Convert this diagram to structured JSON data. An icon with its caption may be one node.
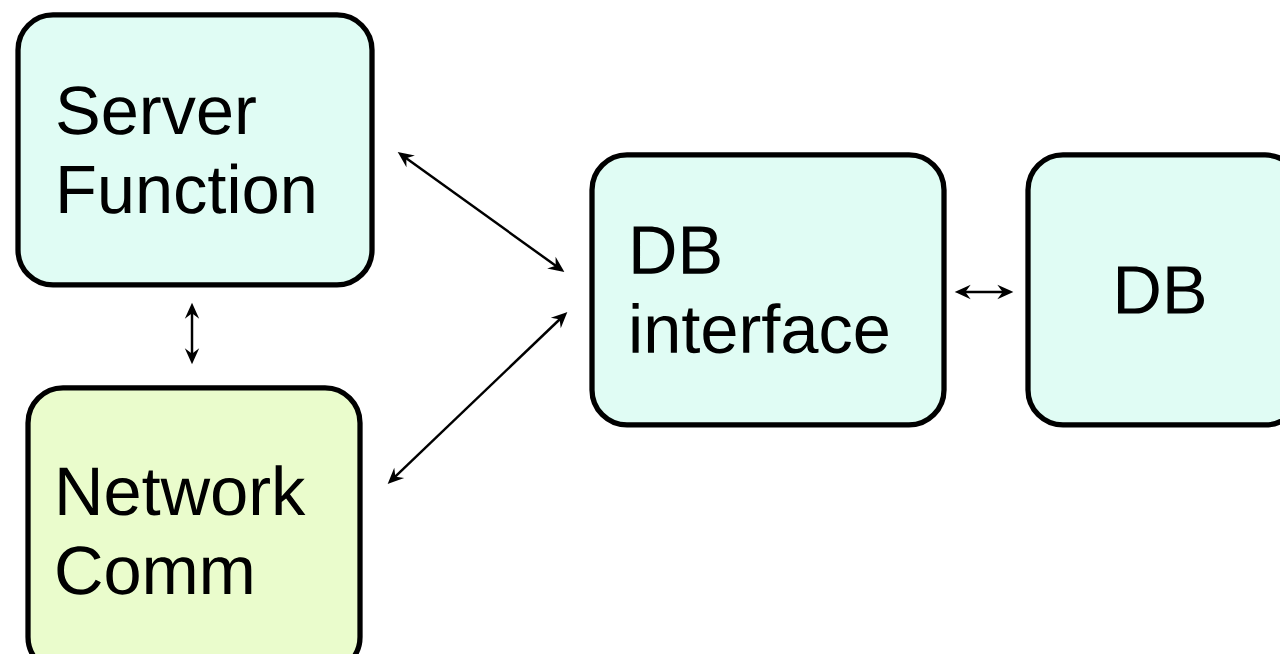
{
  "diagram": {
    "nodes": [
      {
        "text": [
          "Server Function"
        ]
      },
      {
        "text": [
          "Network Comm"
        ]
      },
      {
        "text": [
          "DB interface"
        ]
      },
      {
        "text": [
          "DB"
        ]
      }
    ],
    "edges": [
      {
        "from": 0,
        "to": 2,
        "arrow": "both"
      },
      {
        "from": 1,
        "to": 2,
        "arrow": "both"
      },
      {
        "from": 0,
        "to": 1,
        "arrow": "both"
      },
      {
        "from": 2,
        "to": 3,
        "arrow": "both"
      }
    ]
  }
}
